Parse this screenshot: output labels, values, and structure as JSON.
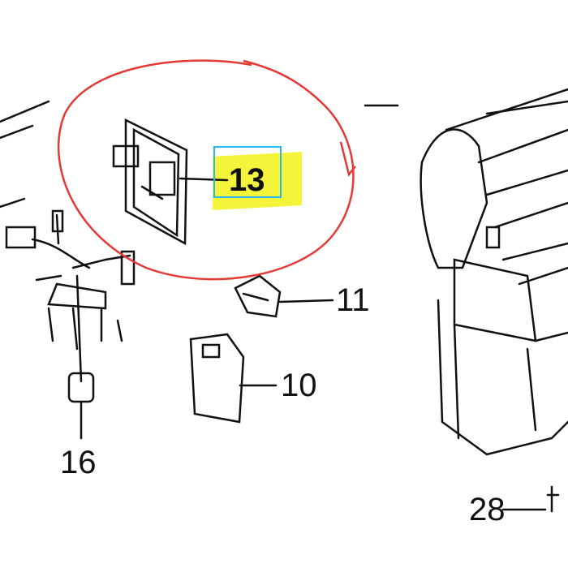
{
  "labels": {
    "part_13": "13",
    "part_11": "11",
    "part_10": "10",
    "part_16": "16",
    "part_28": "28"
  },
  "colors": {
    "circle": "#e53935",
    "highlight": "#f4f43a",
    "selection_box": "#29b6f6",
    "lines": "#111111"
  }
}
